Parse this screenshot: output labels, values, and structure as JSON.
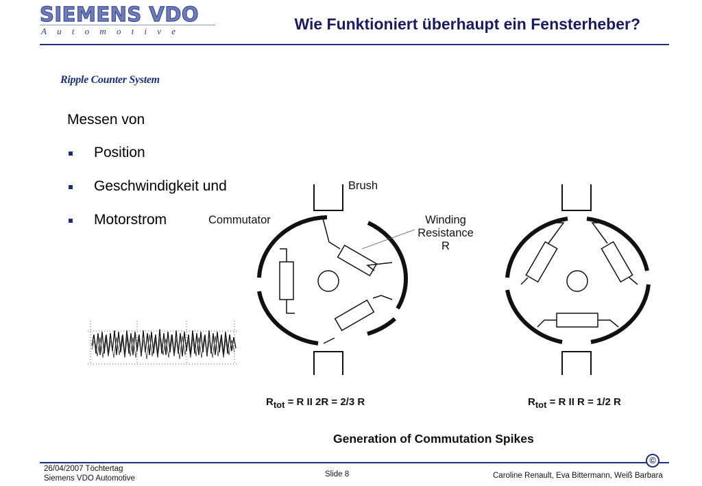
{
  "header": {
    "logo_brand": "SIEMENS VDO",
    "logo_sub": "Automotive",
    "title": "Wie Funktioniert überhaupt ein Fensterheber?"
  },
  "content": {
    "subtitle": "Ripple Counter System",
    "intro": "Messen von",
    "bullets": [
      "Position",
      "Geschwindigkeit und",
      "Motorstrom"
    ]
  },
  "diagram": {
    "label_brush": "Brush",
    "label_commutator": "Commutator",
    "label_winding": [
      "Winding",
      "Resistance",
      "R"
    ],
    "formula_left": {
      "prefix": "R",
      "sub": "tot",
      "rest": " = R II 2R = 2/3 R"
    },
    "formula_right": {
      "prefix": "R",
      "sub": "tot",
      "rest": " = R II R = 1/2 R"
    },
    "caption": "Generation of Commutation Spikes"
  },
  "footer": {
    "date_line": "26/04/2007  Töchtertag",
    "company": "Siemens VDO Automotive",
    "slide": "Slide 8",
    "authors": "Caroline Renault, Eva Bittermann, Weiß Barbara",
    "copyright_symbol": "©"
  }
}
